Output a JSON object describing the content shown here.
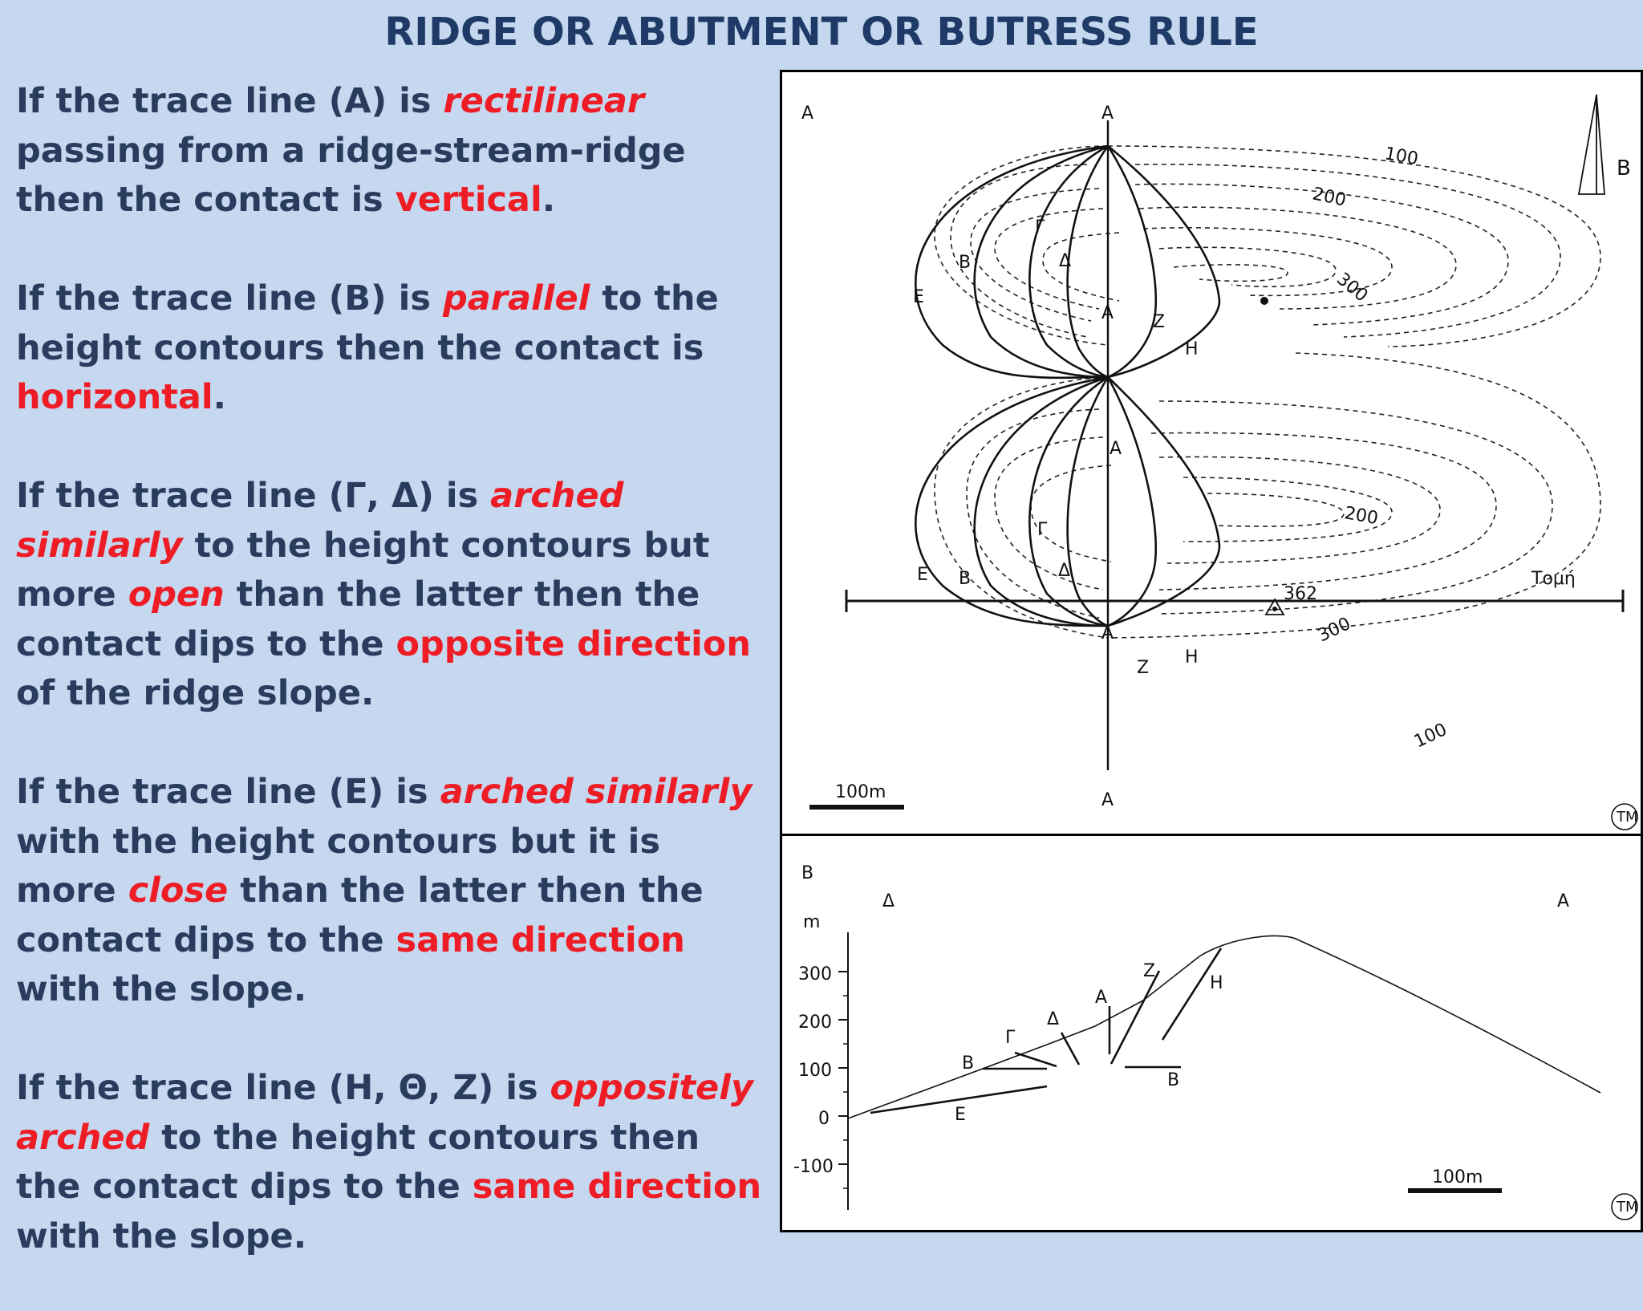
{
  "title": "RIDGE OR ABUTMENT OR BUTRESS RULE",
  "paragraphs": [
    {
      "segments": [
        {
          "text": "If the trace line (A) is ",
          "style": "normal"
        },
        {
          "text": "rectilinear",
          "style": "red-italic"
        },
        {
          "text": " passing from a ridge-stream-ridge then the contact is ",
          "style": "normal"
        },
        {
          "text": "vertical",
          "style": "red"
        },
        {
          "text": ".",
          "style": "normal"
        }
      ]
    },
    {
      "segments": [
        {
          "text": "If the trace line (B) is ",
          "style": "normal"
        },
        {
          "text": "parallel",
          "style": "red-italic"
        },
        {
          "text": " to the height contours then the contact is ",
          "style": "normal"
        },
        {
          "text": "horizontal",
          "style": "red"
        },
        {
          "text": ".",
          "style": "normal"
        }
      ]
    },
    {
      "segments": [
        {
          "text": "If the trace line (Γ, Δ) is ",
          "style": "normal"
        },
        {
          "text": "arched similarly",
          "style": "red-italic"
        },
        {
          "text": " to the height contours but more ",
          "style": "normal"
        },
        {
          "text": "open",
          "style": "red-italic"
        },
        {
          "text": " than the latter then the contact dips to the ",
          "style": "normal"
        },
        {
          "text": "opposite direction",
          "style": "red"
        },
        {
          "text": " of the ridge slope.",
          "style": "normal"
        }
      ]
    },
    {
      "segments": [
        {
          "text": "If the trace line (E) is ",
          "style": "normal"
        },
        {
          "text": "arched similarly",
          "style": "red-italic"
        },
        {
          "text": " with the height contours but it is more ",
          "style": "normal"
        },
        {
          "text": "close",
          "style": "red-italic"
        },
        {
          "text": " than the latter then the contact dips to the ",
          "style": "normal"
        },
        {
          "text": "same direction",
          "style": "red"
        },
        {
          "text": " with the slope.",
          "style": "normal"
        }
      ]
    },
    {
      "segments": [
        {
          "text": "If the trace line (H, Θ, Z) is ",
          "style": "normal"
        },
        {
          "text": "oppositely arched",
          "style": "red-italic"
        },
        {
          "text": " to the height contours then the contact dips to the ",
          "style": "normal"
        },
        {
          "text": "same direction",
          "style": "red"
        },
        {
          "text": " with the slope.",
          "style": "normal"
        }
      ]
    }
  ],
  "map": {
    "panel_label": "A",
    "north_label": "B",
    "contour_labels": [
      "100",
      "200",
      "300",
      "200",
      "362",
      "300",
      "100"
    ],
    "line_labels": [
      "A",
      "A",
      "A",
      "A",
      "A",
      "A",
      "Ε",
      "Β",
      "Γ",
      "Δ",
      "Ζ",
      "Η",
      "Ε",
      "Β",
      "Γ",
      "Δ",
      "Ζ",
      "Η"
    ],
    "section_label": "Τομή",
    "scale_label": "100m",
    "logo": "TM"
  },
  "section": {
    "panel_label": "B",
    "left_label": "Δ",
    "right_label": "A",
    "unit_label": "m",
    "y_ticks": [
      "300",
      "200",
      "100",
      "0",
      "-100"
    ],
    "line_labels": [
      "B",
      "Γ",
      "Δ",
      "A",
      "Z",
      "H",
      "B",
      "E"
    ],
    "scale_label": "100m",
    "logo": "TM"
  },
  "colors": {
    "background": "#c5d8ef",
    "text": "#2a3c5e",
    "accent": "#ee1c25",
    "title": "#1f3a66"
  }
}
